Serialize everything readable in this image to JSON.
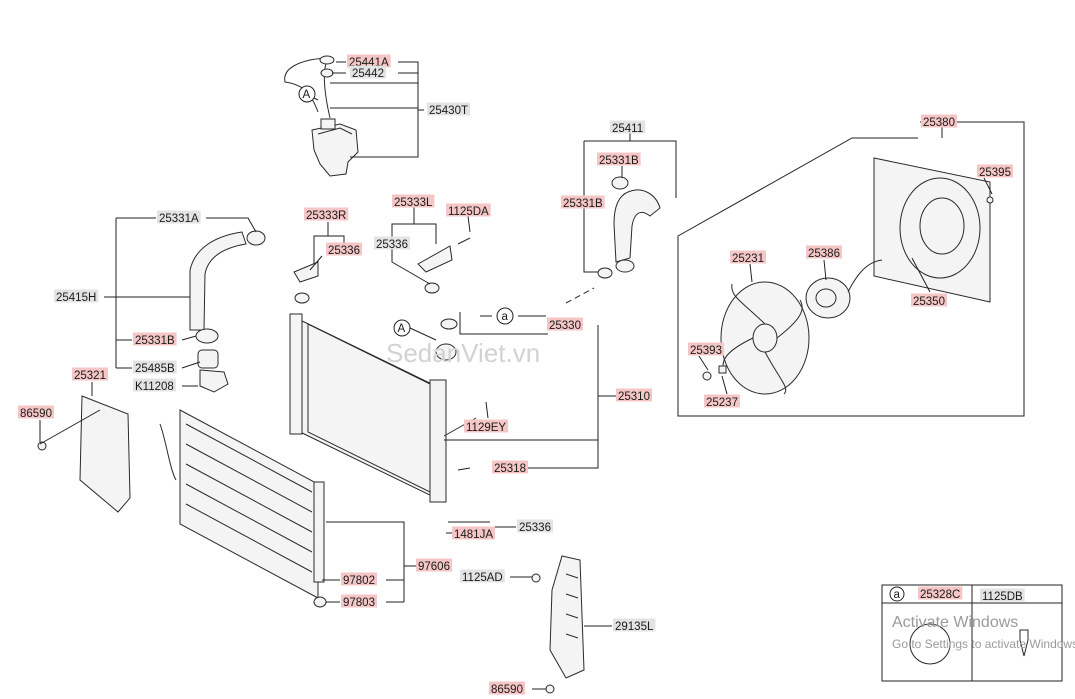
{
  "watermark": "SedanViet.vn",
  "activation": {
    "line1": "Activate Windows",
    "line2": "Go to Settings to activate Windows."
  },
  "colors": {
    "label_red_bg": "#f5c6c6",
    "label_gray_bg": "#e3e3e3",
    "line": "#222222"
  },
  "labels": [
    {
      "text": "25441A",
      "style": "red"
    },
    {
      "text": "25442",
      "style": "gray"
    },
    {
      "text": "25430T",
      "style": "gray"
    },
    {
      "text": "25411",
      "style": "gray"
    },
    {
      "text": "25331B",
      "style": "red"
    },
    {
      "text": "25331B",
      "style": "red"
    },
    {
      "text": "25380",
      "style": "red"
    },
    {
      "text": "25395",
      "style": "red"
    },
    {
      "text": "25331A",
      "style": "gray"
    },
    {
      "text": "25333R",
      "style": "red"
    },
    {
      "text": "25333L",
      "style": "red"
    },
    {
      "text": "1125DA",
      "style": "red"
    },
    {
      "text": "25336",
      "style": "red"
    },
    {
      "text": "25336",
      "style": "gray"
    },
    {
      "text": "25231",
      "style": "red"
    },
    {
      "text": "25386",
      "style": "red"
    },
    {
      "text": "25350",
      "style": "red"
    },
    {
      "text": "25415H",
      "style": "gray"
    },
    {
      "text": "25331B",
      "style": "red"
    },
    {
      "text": "25330",
      "style": "red"
    },
    {
      "text": "25393",
      "style": "red"
    },
    {
      "text": "25237",
      "style": "red"
    },
    {
      "text": "25485B",
      "style": "gray"
    },
    {
      "text": "25321",
      "style": "red"
    },
    {
      "text": "K11208",
      "style": "gray"
    },
    {
      "text": "25310",
      "style": "red"
    },
    {
      "text": "86590",
      "style": "red"
    },
    {
      "text": "1129EY",
      "style": "red"
    },
    {
      "text": "25318",
      "style": "red"
    },
    {
      "text": "25336",
      "style": "gray"
    },
    {
      "text": "1481JA",
      "style": "red"
    },
    {
      "text": "97606",
      "style": "red"
    },
    {
      "text": "97802",
      "style": "red"
    },
    {
      "text": "1125AD",
      "style": "gray"
    },
    {
      "text": "97803",
      "style": "red"
    },
    {
      "text": "29135L",
      "style": "gray"
    },
    {
      "text": "86590",
      "style": "red"
    },
    {
      "text": "25328C",
      "style": "red"
    },
    {
      "text": "1125DB",
      "style": "gray"
    }
  ],
  "callouts": [
    {
      "text": "A"
    },
    {
      "text": "A"
    },
    {
      "text": "a"
    },
    {
      "text": "a"
    }
  ]
}
